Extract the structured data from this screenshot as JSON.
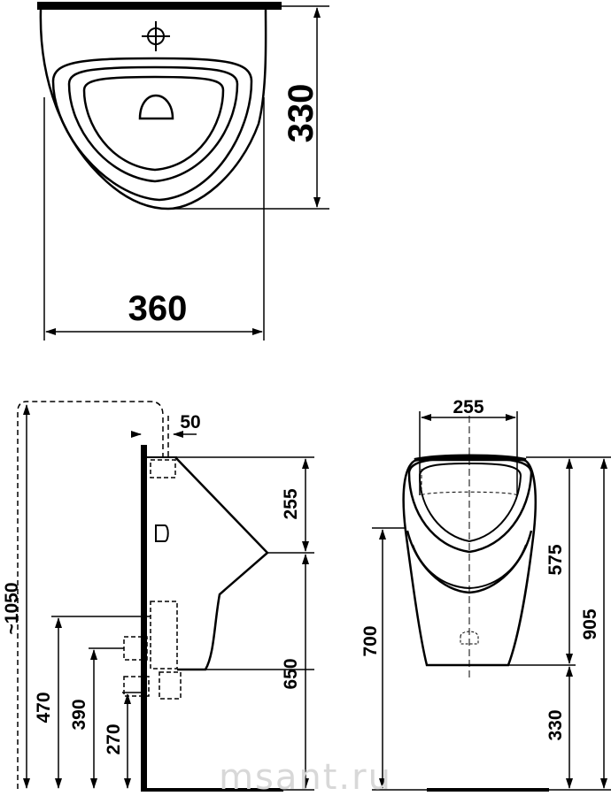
{
  "top_view": {
    "width_label": "360",
    "depth_label": "330"
  },
  "side_view": {
    "total_height_label": "~1050",
    "offset_label": "50",
    "upper_label": "255",
    "lower_label": "650",
    "outlet_470_label": "470",
    "outlet_390_label": "390",
    "outlet_270_label": "270"
  },
  "front_view": {
    "inner_width_label": "255",
    "upper_height_label": "575",
    "mount_height_label": "700",
    "total_height_label": "905",
    "base_height_label": "330"
  },
  "watermark": "msant.ru"
}
